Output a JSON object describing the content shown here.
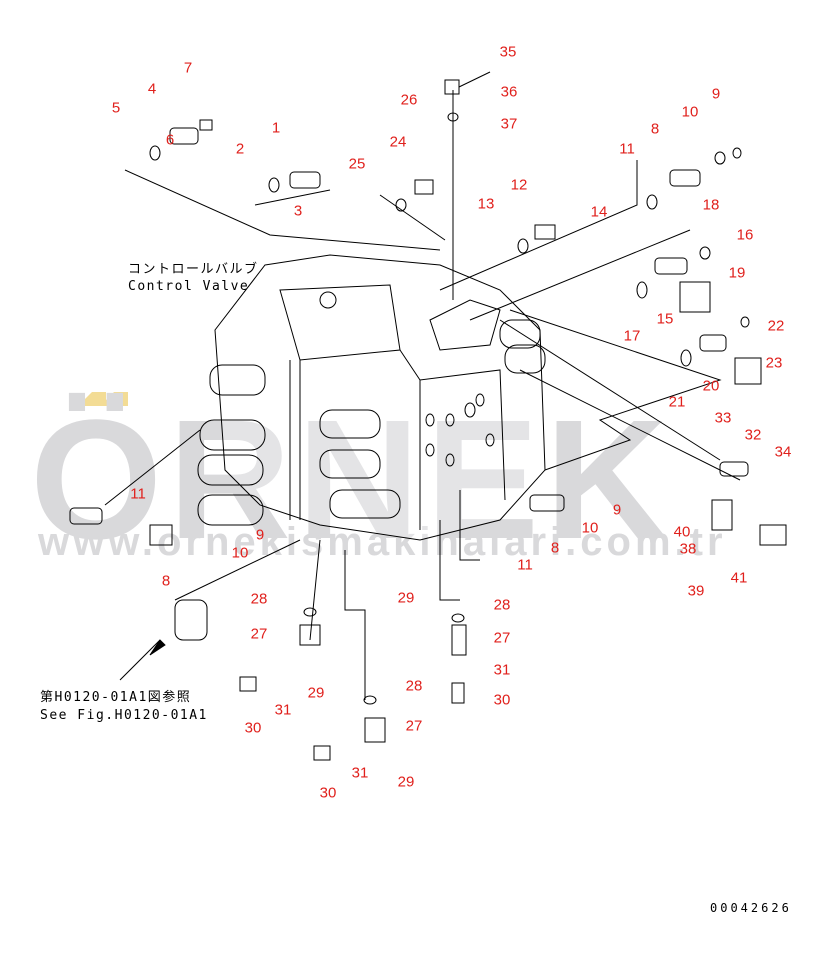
{
  "labels": {
    "control_valve_jp": "コントロールバルブ",
    "control_valve_en": "Control Valve",
    "see_fig_jp": "第H0120-01A1図参照",
    "see_fig_en": "See Fig.H0120-01A1",
    "drawing_number": "00042626"
  },
  "watermark": {
    "brand": "ÖRNEK",
    "url": "www.ornekismakinalari.com.tr",
    "accent_color": "#f3dc95"
  },
  "callout_color": "#e0201c",
  "callouts": [
    "35",
    "36",
    "37",
    "7",
    "4",
    "5",
    "6",
    "1",
    "2",
    "3",
    "26",
    "24",
    "25",
    "10",
    "9",
    "8",
    "11",
    "12",
    "13",
    "14",
    "18",
    "16",
    "19",
    "17",
    "15",
    "22",
    "23",
    "20",
    "21",
    "33",
    "32",
    "34",
    "40",
    "38",
    "39",
    "41",
    "11",
    "9",
    "10",
    "8",
    "11",
    "8",
    "10",
    "9",
    "28",
    "27",
    "29",
    "31",
    "30",
    "29",
    "28",
    "27",
    "31",
    "30",
    "28",
    "27",
    "31",
    "30",
    "29"
  ]
}
